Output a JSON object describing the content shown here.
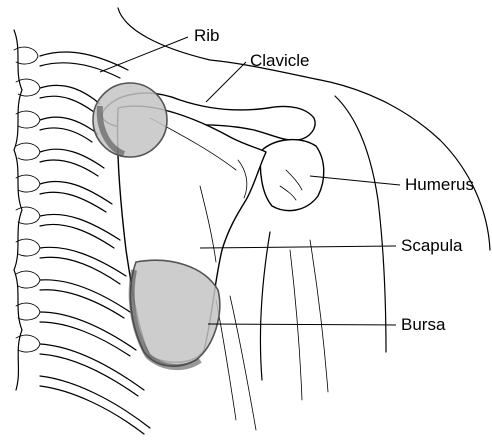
{
  "labels": {
    "rib": "Rib",
    "clavicle": "Clavicle",
    "humerus": "Humerus",
    "scapula": "Scapula",
    "bursa": "Bursa"
  },
  "colors": {
    "line": "#000000",
    "bursa_fill": "#c4c4c4",
    "background": "#ffffff"
  }
}
